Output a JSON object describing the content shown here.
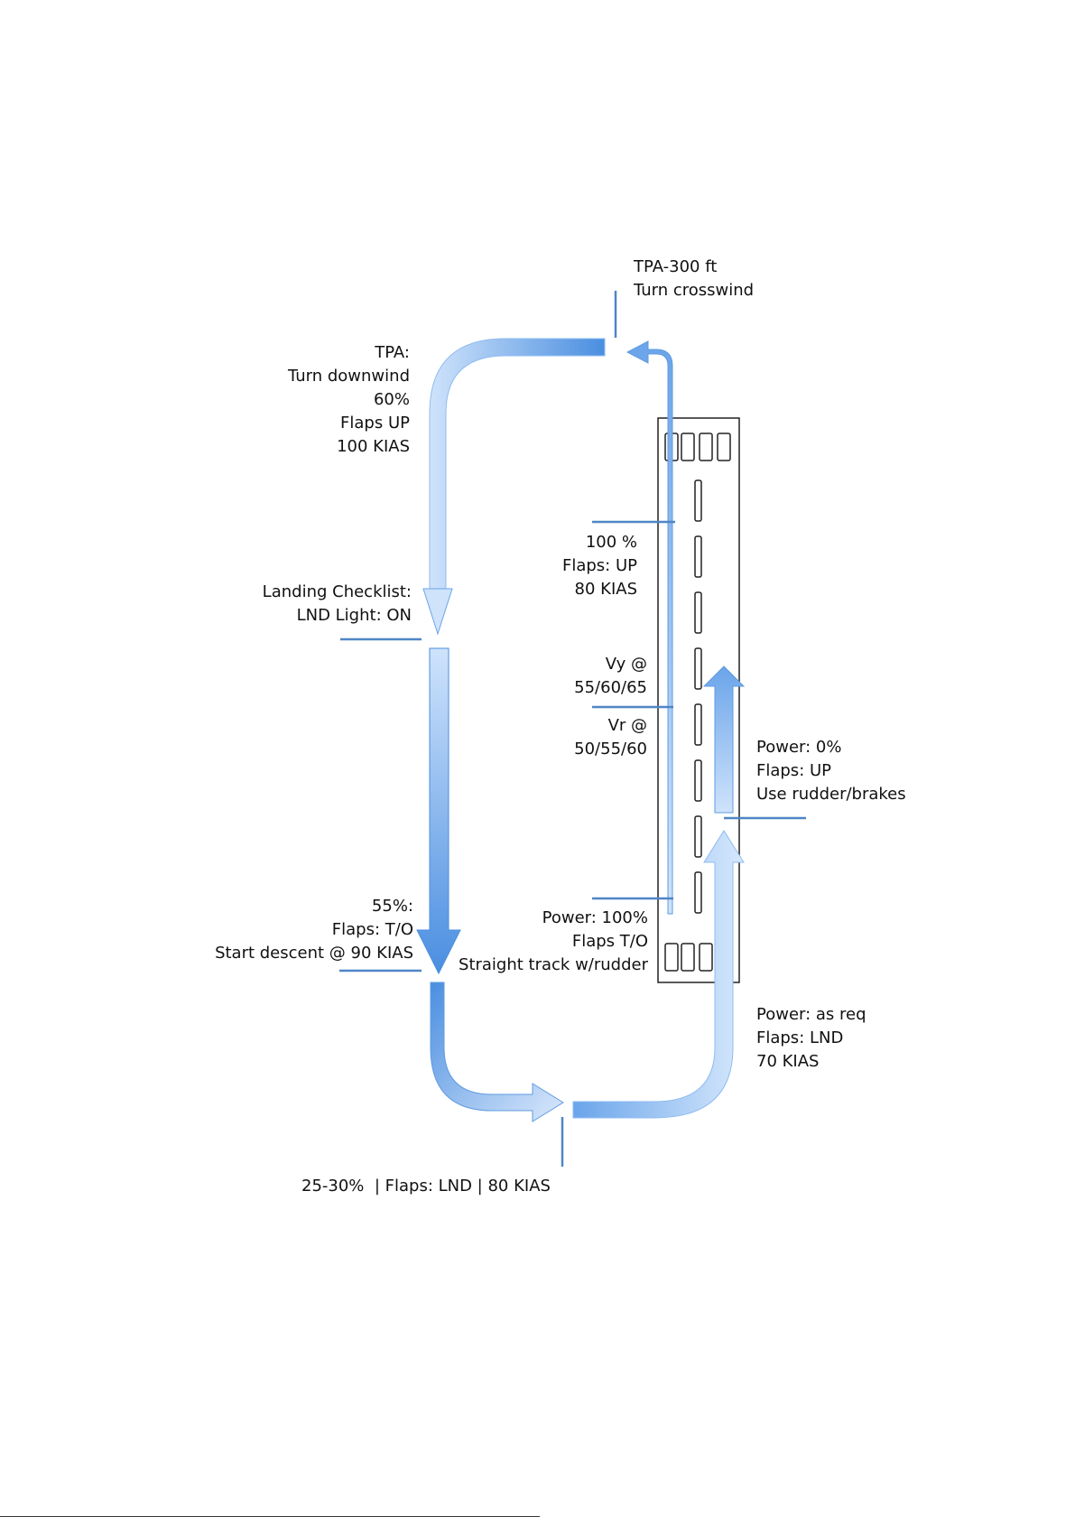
{
  "colors": {
    "arrow_light": "#cfe3fb",
    "arrow_mid": "#8ebcf1",
    "arrow_dark": "#4a8ee0",
    "marker_line": "#4f86c6",
    "runway_border": "#222222"
  },
  "labels": {
    "crosswind": [
      "TPA-300 ft",
      "Turn crosswind"
    ],
    "downwind_turn": [
      "TPA:",
      "Turn downwind",
      "60%",
      "Flaps UP",
      "100 KIAS"
    ],
    "climb": [
      "100 %",
      "Flaps: UP",
      "80 KIAS"
    ],
    "landing_checklist": [
      "Landing Checklist:",
      "LND Light: ON"
    ],
    "vy": [
      "Vy @",
      "55/60/65"
    ],
    "vr": [
      "Vr @",
      "50/55/60"
    ],
    "rollout": [
      "Power: 0%",
      "Flaps: UP",
      "Use rudder/brakes"
    ],
    "abeam": [
      "55%:",
      "Flaps: T/O",
      "Start descent @ 90 KIAS"
    ],
    "takeoff": [
      "Power: 100%",
      "Flaps T/O",
      "Straight track w/rudder"
    ],
    "final": [
      "Power: as req",
      "Flaps: LND",
      "70 KIAS"
    ],
    "base": [
      "25-30%  | Flaps: LND | 80 KIAS"
    ]
  }
}
